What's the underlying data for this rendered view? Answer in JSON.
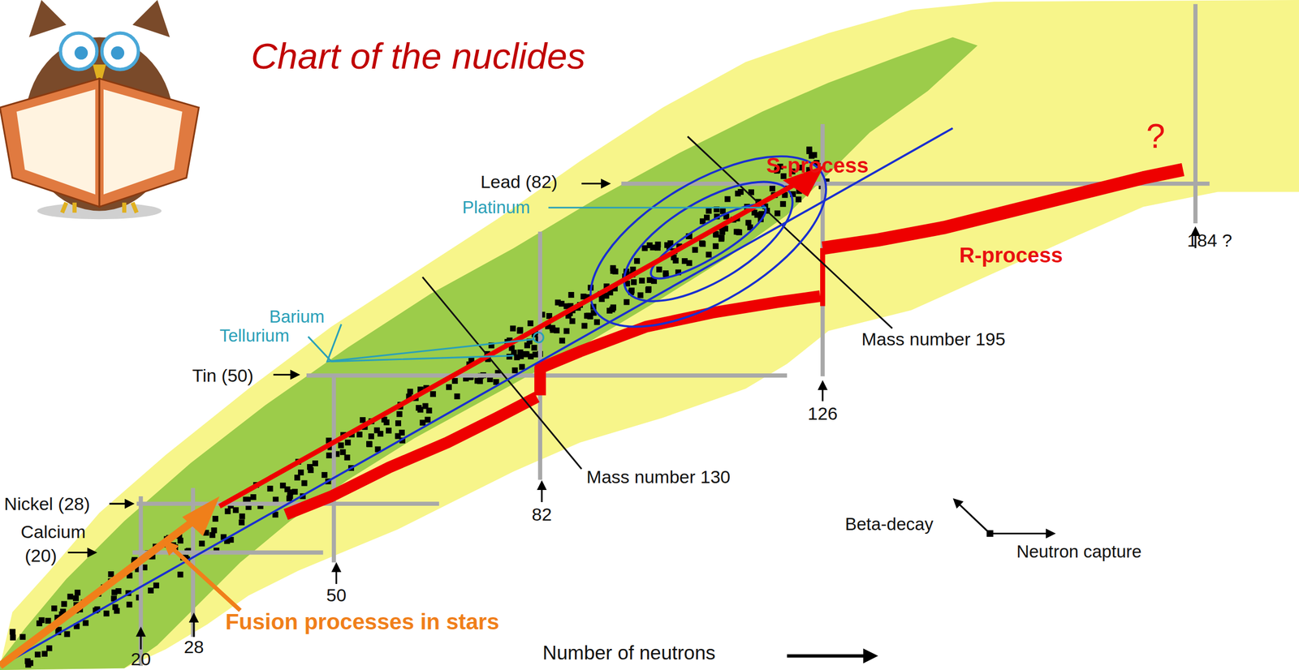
{
  "diagram": {
    "title": "Chart of the nuclides",
    "labels": [
      "Lead (82)",
      "Platinum",
      "Barium",
      "Tellurium",
      "Tin (50)",
      "Nickel (28)",
      "Calcium",
      "(20)",
      "20",
      "28",
      "50",
      "82",
      "126",
      "184 ?",
      "Mass number 130",
      "Mass number 195",
      "S-process",
      "R-process",
      "?",
      "Fusion processes in stars",
      "Number of neutrons"
    ],
    "legend": [
      {
        "text": "Beta-decay"
      },
      {
        "text": "Neutron capture"
      }
    ]
  }
}
